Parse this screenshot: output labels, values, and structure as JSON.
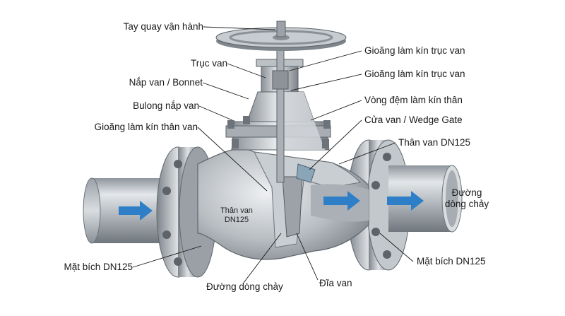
{
  "labels_left": {
    "handwheel": "Tay quay vận hành",
    "stem": "Trục van",
    "bonnet": "Nắp van / Bonnet",
    "bonnet_bolt": "Bulong nắp van",
    "body_gasket": "Gioăng làm kín thân van",
    "flange_left": "Mặt bích DN125"
  },
  "labels_right": {
    "stem_gasket_1": "Gioăng làm kín trục van",
    "stem_gasket_2": "Gioăng làm kín trục van",
    "body_seal_ring": "Vòng đệm làm kín thân",
    "wedge_gate": "Cửa van / Wedge Gate",
    "valve_body": "Thân van DN125",
    "flow_path_line1": "Đường",
    "flow_path_line2": "dòng chảy",
    "flange_right": "Mặt bích DN125"
  },
  "labels_bottom": {
    "flow_path": "Đường dòng chảy",
    "disc": "Đĩa van"
  },
  "body_marking": {
    "line1": "Thân van",
    "line2": "DN125"
  },
  "colors": {
    "arrow": "#2e7fc8",
    "metal": "#b9bec3",
    "leader": "#1a1a1a"
  }
}
